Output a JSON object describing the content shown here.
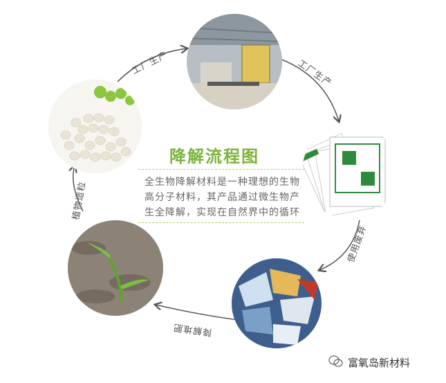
{
  "diagram": {
    "title": "降解流程图",
    "description": [
      "全生物降解材料是一种理想的生物",
      "高分子材料，其产品通过微生物产",
      "生全降解，实现在自然界中的循环"
    ],
    "labels": {
      "top_left": "工厂生产",
      "top_right": "工厂生产",
      "right": "使用废弃",
      "bottom": "降解堆肥",
      "left": "植物造粒"
    },
    "stages": [
      {
        "icon": "pellets-photo"
      },
      {
        "icon": "factory-photo"
      },
      {
        "icon": "packaging-photo"
      },
      {
        "icon": "waste-photo"
      },
      {
        "icon": "sprout-photo"
      }
    ]
  },
  "watermark": {
    "text": "富氧岛新材料",
    "icon": "wechat-icon"
  },
  "colors": {
    "accent": "#7ab33a",
    "arrow": "#555555"
  }
}
